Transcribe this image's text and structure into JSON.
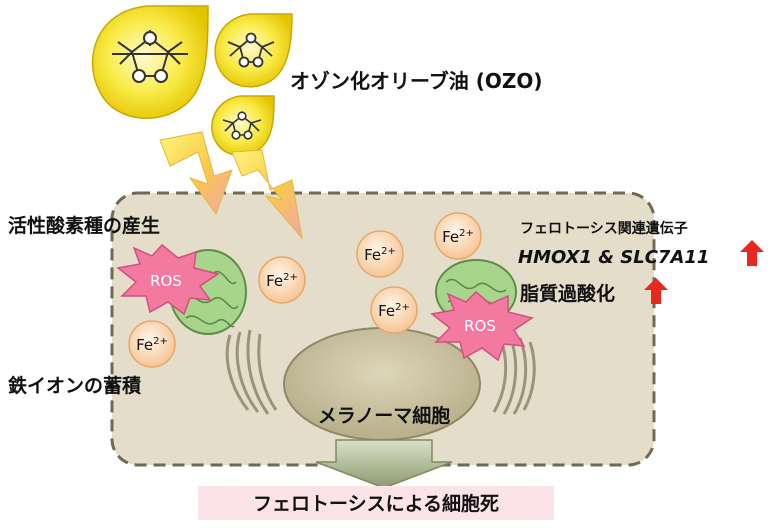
{
  "ozo_label": "オゾン化オリーブ油 (OZO)",
  "ros_production_label": "活性酸素種の産生",
  "iron_accumulation_label": "鉄イオンの蓄積",
  "ferroptosis_genes_label": "フェロトーシス関連遺伝子",
  "genes_label": "HMOX1 & SLC7A11",
  "lipid_peroxidation_label": "脂質過酸化",
  "melanoma_label": "メラノーマ細胞",
  "outcome_label": "フェロトーシスによる細胞死",
  "ros_text": "ROS",
  "fe_base": "Fe",
  "fe_charge": "2+",
  "colors": {
    "cell_fill": "#e3ddca",
    "cell_border": "#6f6a52",
    "ozone_fill": "#f6e02a",
    "ros_fill": "#f27aa0",
    "mito_fill": "#a8d58c",
    "fe_fill": "#fde4c8",
    "arrow_up": "#e8281e",
    "outcome_box": "#fbe3e8"
  }
}
